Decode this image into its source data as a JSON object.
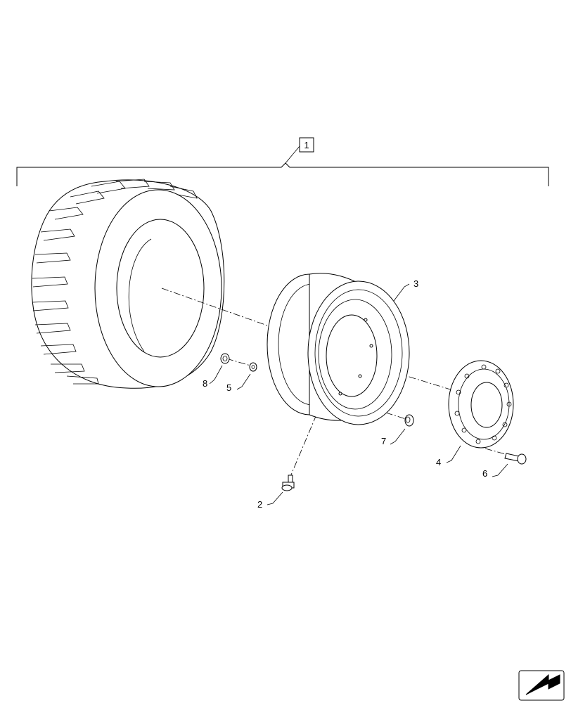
{
  "callouts": {
    "assembly": "1",
    "valve": "2",
    "rim": "3",
    "disc": "4",
    "washer": "5",
    "bolt": "6",
    "nut_disc": "7",
    "nut_rim": "8"
  },
  "icons": {
    "nav": "arrow-nav-icon"
  }
}
